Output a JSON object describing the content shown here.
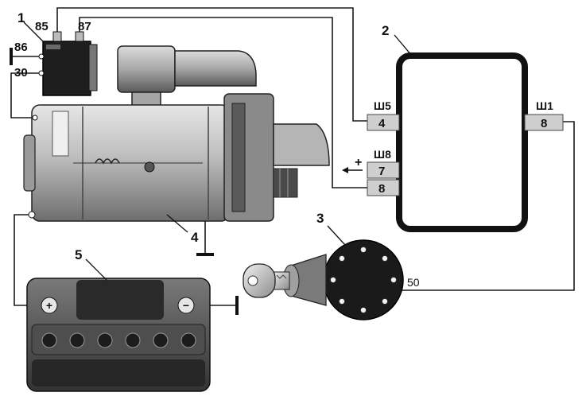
{
  "components": {
    "relay": {
      "number": "1",
      "terminals": {
        "t85": "85",
        "t87": "87",
        "t86": "86",
        "t30": "30"
      }
    },
    "control_unit": {
      "number": "2"
    },
    "ignition_switch": {
      "number": "3",
      "terminal": "50"
    },
    "starter": {
      "number": "4"
    },
    "battery": {
      "number": "5",
      "plus": "+",
      "minus": "−"
    }
  },
  "connectors": {
    "sh5": {
      "name": "Ш5",
      "pin": "4"
    },
    "sh8": {
      "name": "Ш8",
      "pins": [
        "7",
        "8"
      ],
      "arrow_label": "+"
    },
    "sh1": {
      "name": "Ш1",
      "pin": "8"
    }
  },
  "colors": {
    "ink": "#111111",
    "grey_dark": "#555555",
    "grey_mid": "#9a9a9a",
    "grey_light": "#cfcfcf",
    "paper": "#ffffff"
  }
}
